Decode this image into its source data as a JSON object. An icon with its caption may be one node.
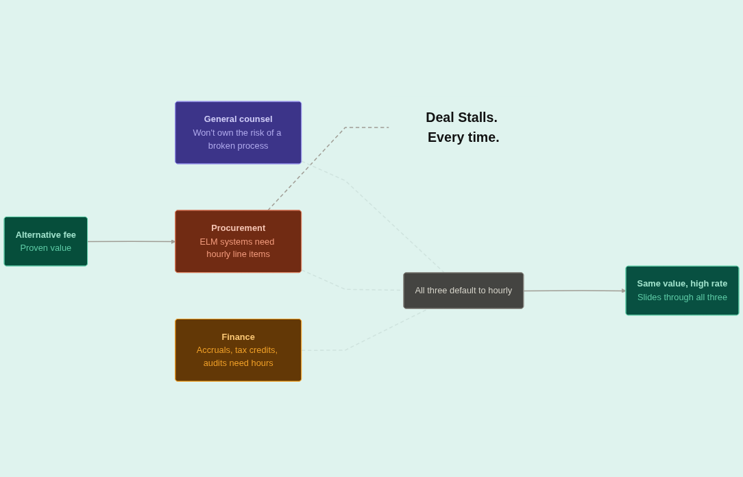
{
  "diagram": {
    "nodes": [
      {
        "text": [
          "Alternative fee",
          "Proven value"
        ]
      },
      {
        "text": [
          "General counsel",
          "Won't own the risk of a broken process"
        ]
      },
      {
        "text": [
          "Procurement",
          "ELM systems need hourly line items"
        ]
      },
      {
        "text": [
          "Finance",
          "Accruals, tax credits, audits need hours"
        ]
      },
      {
        "text": [
          "Deal Stalls. Every time."
        ]
      },
      {
        "text": [
          "All three default to hourly"
        ]
      },
      {
        "text": [
          "Same value, high rate",
          "Slides through all three"
        ]
      }
    ],
    "edges": [
      {
        "from": 0,
        "to": 2,
        "arrow": "to"
      },
      {
        "from": 2,
        "to": 4,
        "arrow": "none",
        "style": "dashed"
      },
      {
        "from": 1,
        "to": 5,
        "arrow": "none",
        "style": "dashed",
        "color": "#cfe3de"
      },
      {
        "from": 2,
        "to": 5,
        "arrow": "none",
        "style": "dashed",
        "color": "#cfe3de"
      },
      {
        "from": 3,
        "to": 5,
        "arrow": "none",
        "style": "dashed",
        "color": "#cfe3de"
      },
      {
        "from": 5,
        "to": 6,
        "arrow": "to"
      }
    ]
  }
}
